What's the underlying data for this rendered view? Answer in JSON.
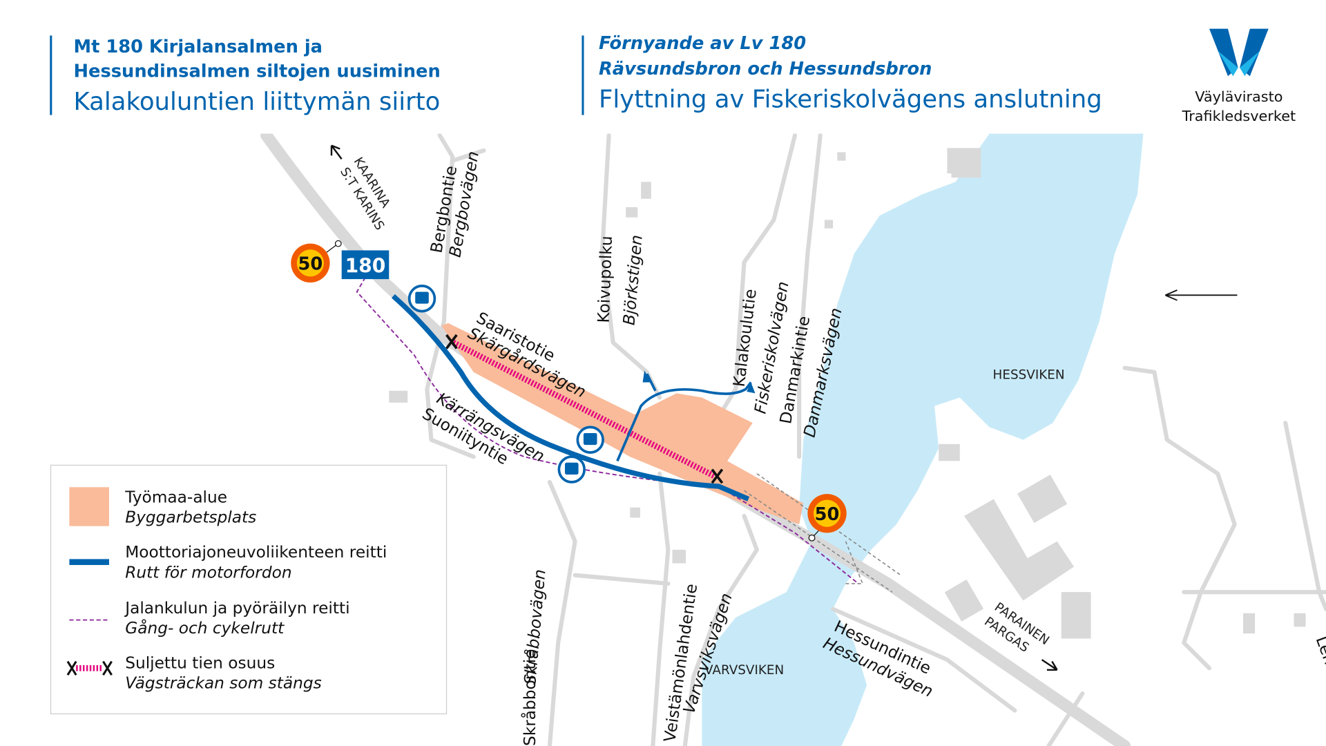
{
  "header": {
    "fi_line1": "Mt 180 Kirjalansalmen ja",
    "fi_line2": "Hessundinsalmen siltojen uusiminen",
    "fi_title": "Kalakouluntien liittymän siirto",
    "sv_line1": "Förnyande av Lv 180",
    "sv_line2": "Rävsundsbron och Hessundsbron",
    "sv_title": "Flyttning av Fiskeriskolvägens anslutning"
  },
  "logo": {
    "name_fi": "Väylävirasto",
    "name_sv": "Trafikledsverket"
  },
  "map": {
    "direction_west": [
      "KAARINA",
      "S:T KARINS"
    ],
    "direction_east": [
      "PARAINEN",
      "PARGAS"
    ],
    "road_number": "180",
    "speed_limit": "50",
    "streets": {
      "bergbontie": "Bergbontie",
      "bergbovagen": "Bergbovägen",
      "koivupolku": "Koivupolku",
      "bjorkstigen": "Björkstigen",
      "saaristotie": "Saaristotie",
      "skargardsvagen": "Skärgårdsvägen",
      "karrangsvagen": "Kärrängsvägen",
      "suoniityntie": "Suoniityntie",
      "kalakoulutie": "Kalakoulutie",
      "fiskeriskolvagen": "Fiskeriskolvägen",
      "danmarkintie": "Danmarkintie",
      "danmarksvagen": "Danmarksvägen",
      "skrabbovagen": "Skråbbovägen",
      "skrabbontie": "Skråbbontie",
      "veistamo": "Veistämönlahdentie",
      "varvsviksvagen": "Varvsviksvägen",
      "hessundintie": "Hessundintie",
      "hessundvagen": "Hessundvägen",
      "lenk": "Lenk"
    },
    "places": {
      "hessviken": "HESSVIKEN",
      "varvsviken": "VARVSVIKEN"
    }
  },
  "legend": {
    "items": [
      {
        "fi": "Työmaa-alue",
        "sv": "Byggarbetsplats"
      },
      {
        "fi": "Moottoriajoneuvoliikenteen reitti",
        "sv": "Rutt för motorfordon"
      },
      {
        "fi": "Jalankulun ja pyöräilyn reitti",
        "sv": "Gång- och cykelrutt"
      },
      {
        "fi": "Suljettu tien osuus",
        "sv": "Vägsträckan som stängs"
      }
    ]
  },
  "colors": {
    "brand_blue": "#0064AF",
    "water": "#C8EAF8",
    "worksite": "#F9BB9A",
    "closed": "#E4007F",
    "ped": "#8E2C9E",
    "road": "#D9D9D9"
  }
}
